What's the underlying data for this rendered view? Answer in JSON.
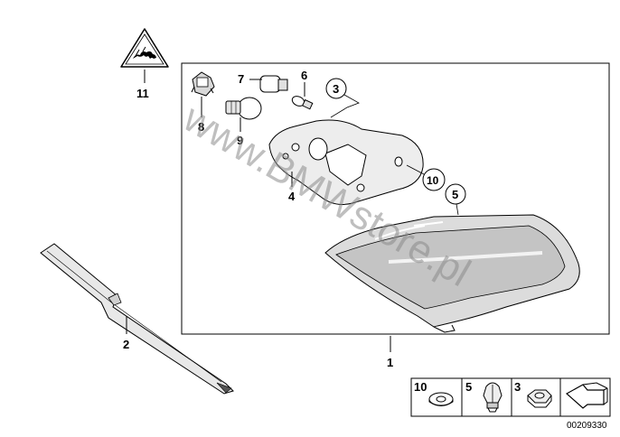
{
  "watermark": "www.BMWstore.pl",
  "callouts": {
    "c1": "1",
    "c2": "2",
    "c3": "3",
    "c4": "4",
    "c5": "5",
    "c6": "6",
    "c7": "7",
    "c8": "8",
    "c9": "9",
    "c10": "10",
    "c11": "11"
  },
  "legend": {
    "item_a": "10",
    "item_b": "5",
    "item_c": "3"
  },
  "catalog_number": "00209330"
}
